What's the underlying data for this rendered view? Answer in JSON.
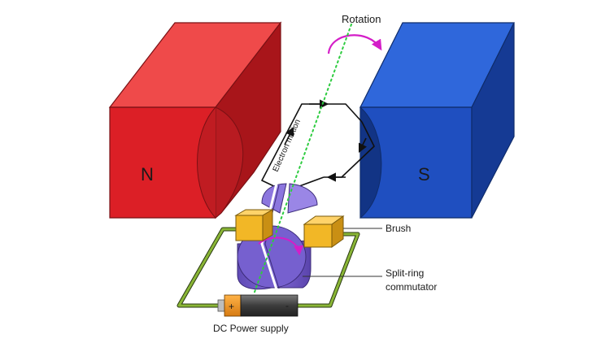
{
  "labels": {
    "north_pole": "N",
    "south_pole": "S",
    "rotation": "Rotation",
    "electron_motion": "Electron motion",
    "brush": "Brush",
    "commutator_line1": "Split-ring",
    "commutator_line2": "commutator",
    "power_supply": "DC Power supply",
    "battery_plus": "+",
    "battery_minus": "-"
  },
  "colors": {
    "north_magnet": "#dc1f26",
    "south_magnet": "#1f4fc0",
    "commutator": "#7258c8",
    "brush": "#f2b726",
    "wire": "#8ab636",
    "rotation_arrow": "#d41ec8",
    "axis": "#2ecc40"
  }
}
